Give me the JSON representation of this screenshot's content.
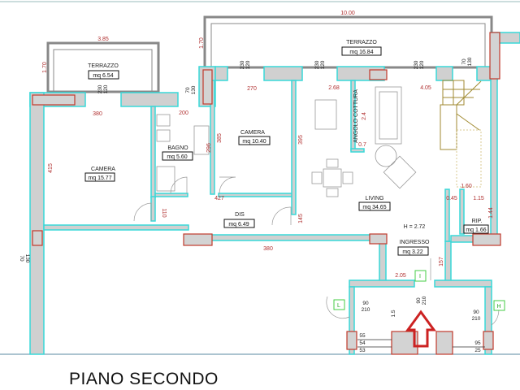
{
  "title": "PIANO SECONDO",
  "colors": {
    "wall_outline": "#39d8d8",
    "wall_fill": "#d0d0d0",
    "pillar": "#c0392b",
    "dimension": "#b03030",
    "entry_arrow": "#cc2222",
    "sign": "#44cc44"
  },
  "rooms": [
    {
      "name": "TERRAZZO",
      "area": "mq 6.54"
    },
    {
      "name": "TERRAZZO",
      "area": "mq 16.84"
    },
    {
      "name": "CAMERA",
      "area": "mq 15.77"
    },
    {
      "name": "BAGNO",
      "area": "mq 5.60"
    },
    {
      "name": "CAMERA",
      "area": "mq 10.40"
    },
    {
      "name": "DIS",
      "area": "mq 6.49"
    },
    {
      "name": "LIVING",
      "area": "mq 34.65"
    },
    {
      "name": "RIP.",
      "area": "mq 1.66"
    },
    {
      "name": "INGRESSO",
      "area": "mq 3.22"
    }
  ],
  "angolo_cottura": "ANGOLO COTTURA",
  "height_label": "H = 2.72",
  "dimensions": [
    "3.85",
    "1.70",
    "10.00",
    "1.70",
    "380",
    "200",
    "270",
    "2.68",
    "4.05",
    "415",
    "385",
    "296",
    "395",
    "2.4",
    "0.7",
    "427",
    "110",
    "145",
    "380",
    "0.45",
    "1.15",
    "1.44",
    "1.60",
    "157",
    "2.05",
    "1.5"
  ],
  "windows": [
    {
      "w": "230",
      "h": "120"
    },
    {
      "w": "70",
      "h": "130"
    },
    {
      "w": "230",
      "h": "120"
    },
    {
      "w": "230",
      "h": "120"
    },
    {
      "w": "230",
      "h": "120"
    },
    {
      "w": "70",
      "h": "130"
    },
    {
      "w": "70",
      "h": "130"
    }
  ],
  "doors": [
    {
      "w": "90",
      "h": "210"
    },
    {
      "w": "90",
      "h": "210"
    },
    {
      "w": "90",
      "h": "210"
    }
  ],
  "stair_steps": [
    "55",
    "54",
    "53",
    "95",
    "25"
  ],
  "signs": [
    "L",
    "I",
    "H"
  ]
}
